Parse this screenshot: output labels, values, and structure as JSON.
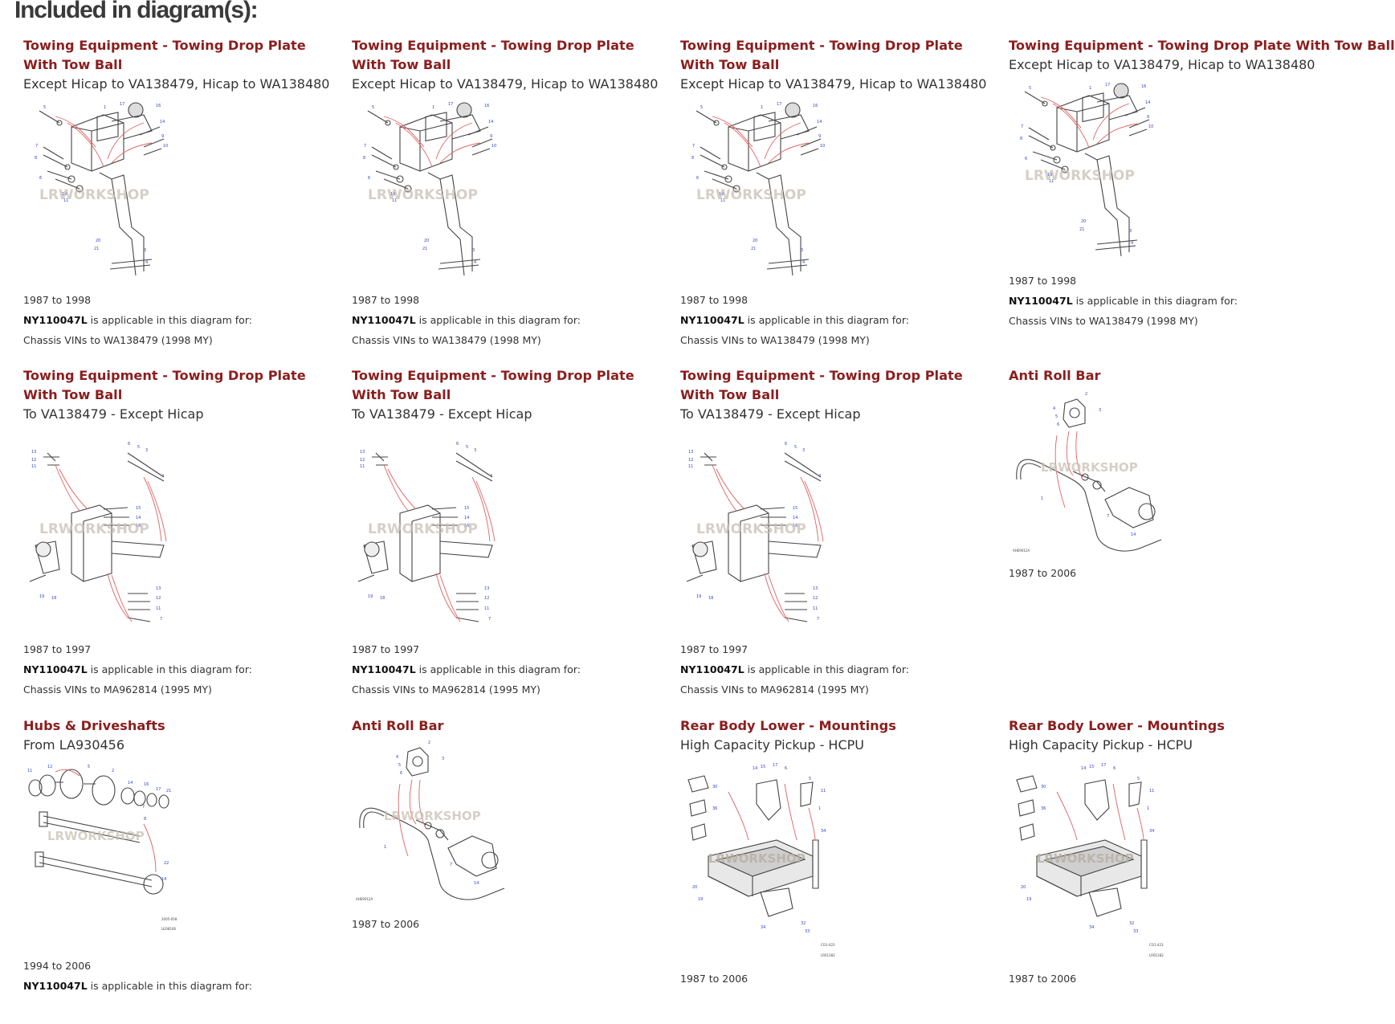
{
  "page": {
    "heading": "Included in diagram(s):"
  },
  "accent": "#8c1d1d",
  "watermark": "LRWORKSHOP",
  "part_number": "NY110047L",
  "applicable_text": " is applicable in this diagram for:",
  "cards": [
    {
      "title": "Towing Equipment - Towing Drop Plate With Tow Ball",
      "subtitle": "Except Hicap to VA138479, Hicap to WA138480",
      "years": "1987 to 1998",
      "applies": "Chassis VINs to WA138479 (1998 MY)",
      "diagram": "drop-plate-a"
    },
    {
      "title": "Towing Equipment - Towing Drop Plate With Tow Ball",
      "subtitle": "Except Hicap to VA138479, Hicap to WA138480",
      "years": "1987 to 1998",
      "applies": "Chassis VINs to WA138479 (1998 MY)",
      "diagram": "drop-plate-a"
    },
    {
      "title": "Towing Equipment - Towing Drop Plate With Tow Ball",
      "subtitle": "Except Hicap to VA138479, Hicap to WA138480",
      "years": "1987 to 1998",
      "applies": "Chassis VINs to WA138479 (1998 MY)",
      "diagram": "drop-plate-a"
    },
    {
      "title": "Towing Equipment - Towing Drop Plate With Tow Ball",
      "subtitle": "Except Hicap to VA138479, Hicap to WA138480",
      "years": "1987 to 1998",
      "applies": "Chassis VINs to WA138479 (1998 MY)",
      "diagram": "drop-plate-a"
    },
    {
      "title": "Towing Equipment - Towing Drop Plate With Tow Ball",
      "subtitle": "To VA138479 - Except Hicap",
      "years": "1987 to 1997",
      "applies": "Chassis VINs to MA962814 (1995 MY)",
      "diagram": "drop-plate-b"
    },
    {
      "title": "Towing Equipment - Towing Drop Plate With Tow Ball",
      "subtitle": "To VA138479 - Except Hicap",
      "years": "1987 to 1997",
      "applies": "Chassis VINs to MA962814 (1995 MY)",
      "diagram": "drop-plate-b"
    },
    {
      "title": "Towing Equipment - Towing Drop Plate With Tow Ball",
      "subtitle": "To VA138479 - Except Hicap",
      "years": "1987 to 1997",
      "applies": "Chassis VINs to MA962814 (1995 MY)",
      "diagram": "drop-plate-b"
    },
    {
      "title": "Anti Roll Bar",
      "subtitle": "",
      "years": "1987 to 2006",
      "applies": "",
      "diagram": "anti-roll-bar"
    },
    {
      "title": "Hubs & Driveshafts",
      "subtitle": "From LA930456",
      "years": "1994 to 2006",
      "applies": "",
      "diagram": "hubs"
    },
    {
      "title": "Anti Roll Bar",
      "subtitle": "",
      "years": "1987 to 2006",
      "applies": "",
      "diagram": "anti-roll-bar"
    },
    {
      "title": "Rear Body Lower - Mountings",
      "subtitle": "High Capacity Pickup - HCPU",
      "years": "1987 to 2006",
      "applies": "",
      "diagram": "rear-body"
    },
    {
      "title": "Rear Body Lower - Mountings",
      "subtitle": "High Capacity Pickup - HCPU",
      "years": "1987 to 2006",
      "applies": "",
      "diagram": "rear-body"
    }
  ]
}
